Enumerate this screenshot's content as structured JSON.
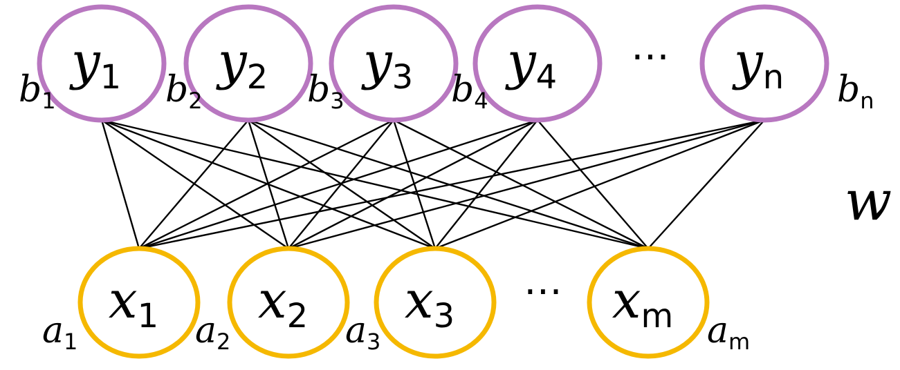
{
  "diagram": {
    "hidden_units": [
      {
        "var": "y",
        "sub": "1",
        "bias_var": "b",
        "bias_sub": "1"
      },
      {
        "var": "y",
        "sub": "2",
        "bias_var": "b",
        "bias_sub": "2"
      },
      {
        "var": "y",
        "sub": "3",
        "bias_var": "b",
        "bias_sub": "3"
      },
      {
        "var": "y",
        "sub": "4",
        "bias_var": "b",
        "bias_sub": "4"
      },
      {
        "var": "y",
        "sub": "n",
        "bias_var": "b",
        "bias_sub": "n"
      }
    ],
    "visible_units": [
      {
        "var": "x",
        "sub": "1",
        "bias_var": "a",
        "bias_sub": "1"
      },
      {
        "var": "x",
        "sub": "2",
        "bias_var": "a",
        "bias_sub": "2"
      },
      {
        "var": "x",
        "sub": "3",
        "bias_var": "a",
        "bias_sub": "3"
      },
      {
        "var": "x",
        "sub": "m",
        "bias_var": "a",
        "bias_sub": "m"
      }
    ],
    "hidden_ellipsis": "⋯",
    "visible_ellipsis": "⋯",
    "weight_label": "w",
    "colors": {
      "hidden_stroke": "#b877c0",
      "visible_stroke": "#f5b800",
      "edge": "#000000",
      "text": "#000000"
    }
  }
}
